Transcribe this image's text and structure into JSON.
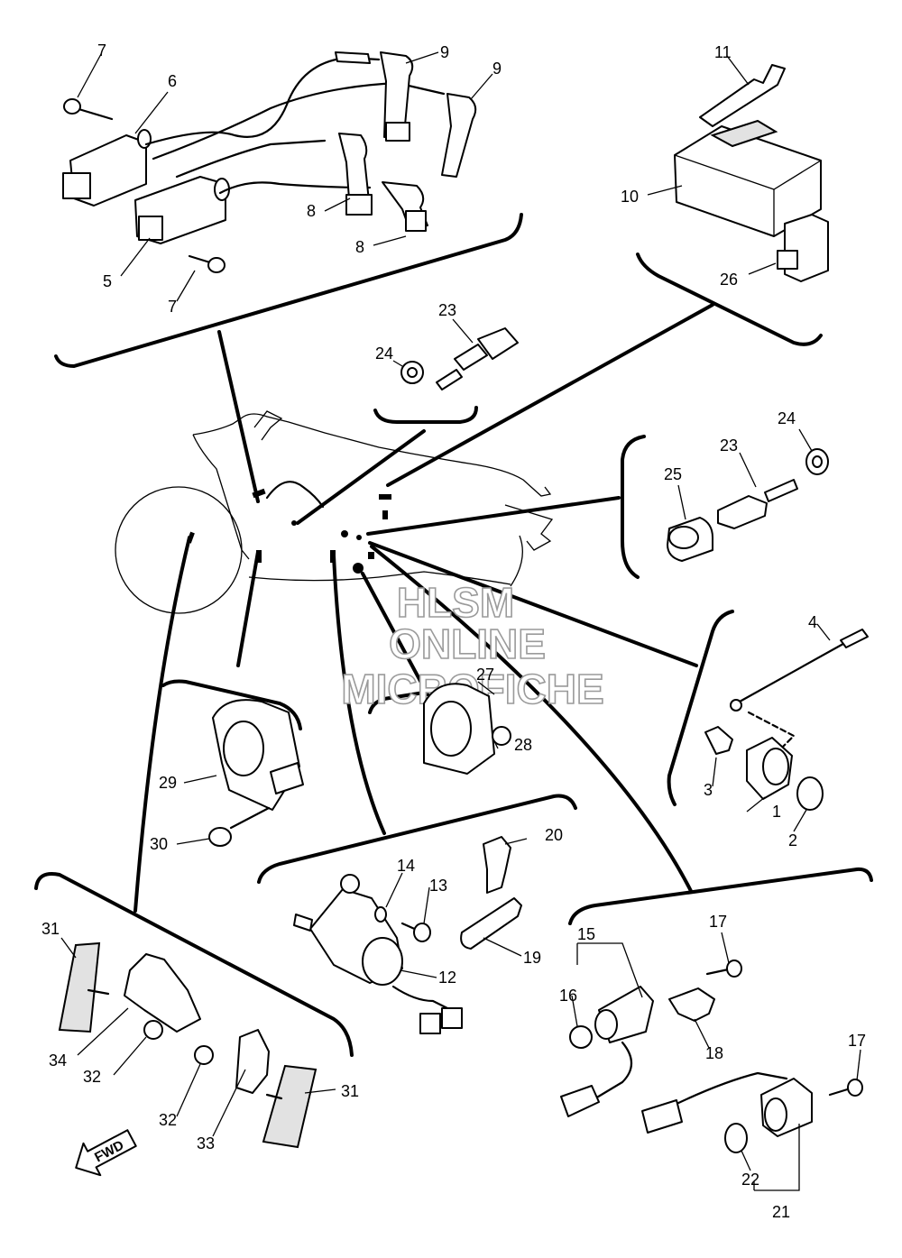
{
  "callouts": [
    {
      "num": "1"
    },
    {
      "num": "2"
    },
    {
      "num": "3"
    },
    {
      "num": "4"
    },
    {
      "num": "5"
    },
    {
      "num": "6"
    },
    {
      "num": "7"
    },
    {
      "num": "7"
    },
    {
      "num": "8"
    },
    {
      "num": "8"
    },
    {
      "num": "9"
    },
    {
      "num": "9"
    },
    {
      "num": "10"
    },
    {
      "num": "11"
    },
    {
      "num": "12"
    },
    {
      "num": "13"
    },
    {
      "num": "14"
    },
    {
      "num": "15"
    },
    {
      "num": "16"
    },
    {
      "num": "17"
    },
    {
      "num": "17"
    },
    {
      "num": "18"
    },
    {
      "num": "19"
    },
    {
      "num": "20"
    },
    {
      "num": "21"
    },
    {
      "num": "22"
    },
    {
      "num": "23"
    },
    {
      "num": "23"
    },
    {
      "num": "24"
    },
    {
      "num": "24"
    },
    {
      "num": "25"
    },
    {
      "num": "26"
    },
    {
      "num": "27"
    },
    {
      "num": "28"
    },
    {
      "num": "29"
    },
    {
      "num": "30"
    },
    {
      "num": "31"
    },
    {
      "num": "31"
    },
    {
      "num": "32"
    },
    {
      "num": "32"
    },
    {
      "num": "33"
    },
    {
      "num": "34"
    }
  ],
  "watermark": {
    "line1": "HLSM",
    "line2": "ONLINE",
    "line3": "MICROFICHE"
  },
  "direction_marker": {
    "label": "FWD"
  }
}
